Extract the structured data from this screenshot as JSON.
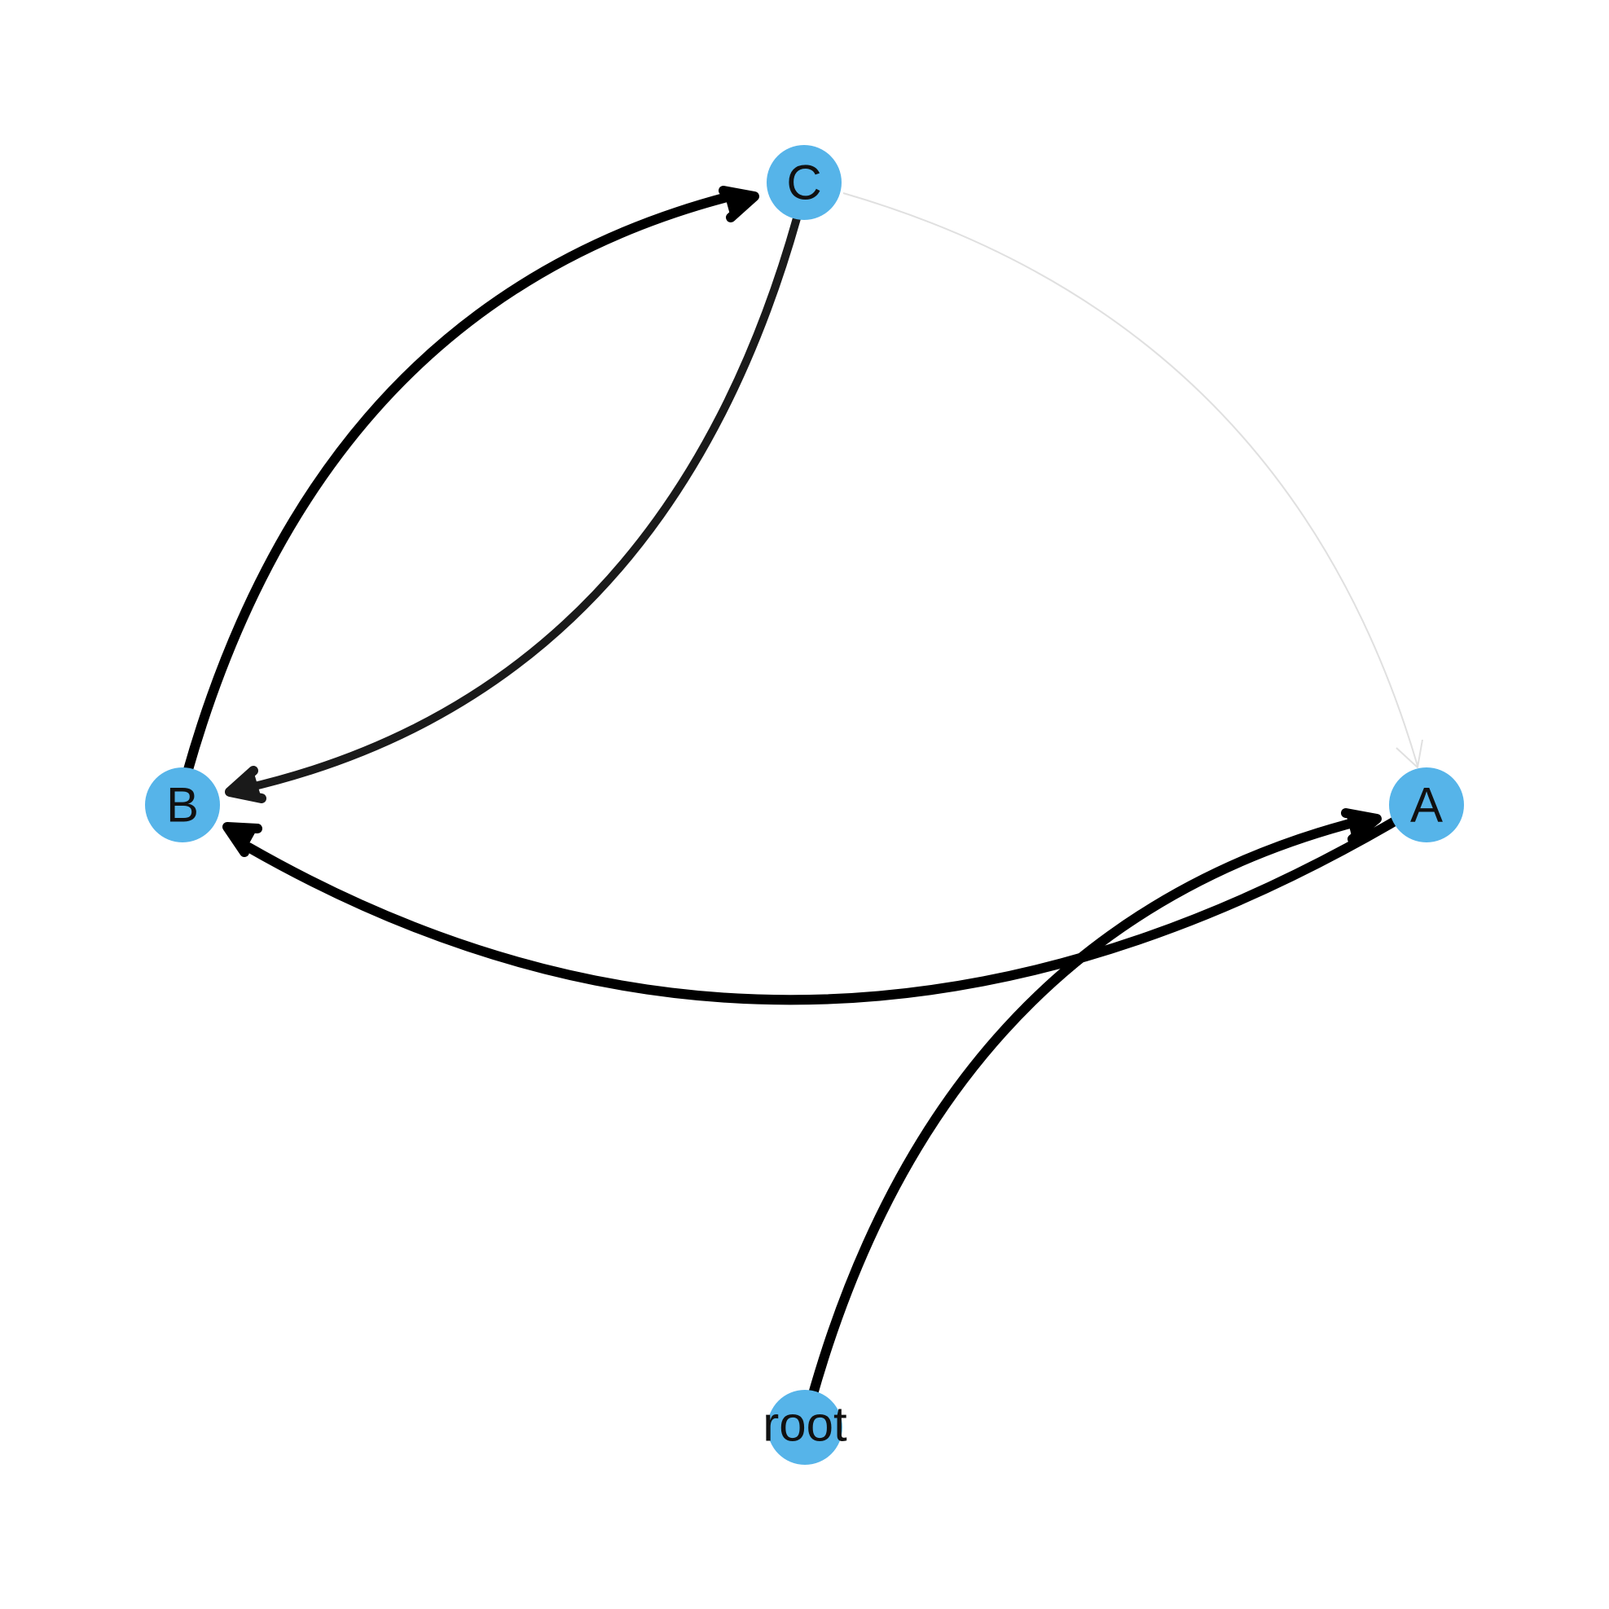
{
  "diagram": {
    "type": "directed-graph",
    "node_color": "#56b4e9",
    "nodes": [
      {
        "id": "C",
        "label": "C"
      },
      {
        "id": "B",
        "label": "B"
      },
      {
        "id": "A",
        "label": "A"
      },
      {
        "id": "root",
        "label": "root"
      }
    ],
    "edges": [
      {
        "from": "B",
        "to": "C",
        "color": "#000000",
        "weight": "heavy"
      },
      {
        "from": "C",
        "to": "B",
        "color": "#1a1a1a",
        "weight": "heavy"
      },
      {
        "from": "C",
        "to": "A",
        "color": "#e0e0e0",
        "weight": "light"
      },
      {
        "from": "A",
        "to": "B",
        "color": "#000000",
        "weight": "heavy"
      },
      {
        "from": "root",
        "to": "A",
        "color": "#000000",
        "weight": "heavy"
      }
    ]
  }
}
